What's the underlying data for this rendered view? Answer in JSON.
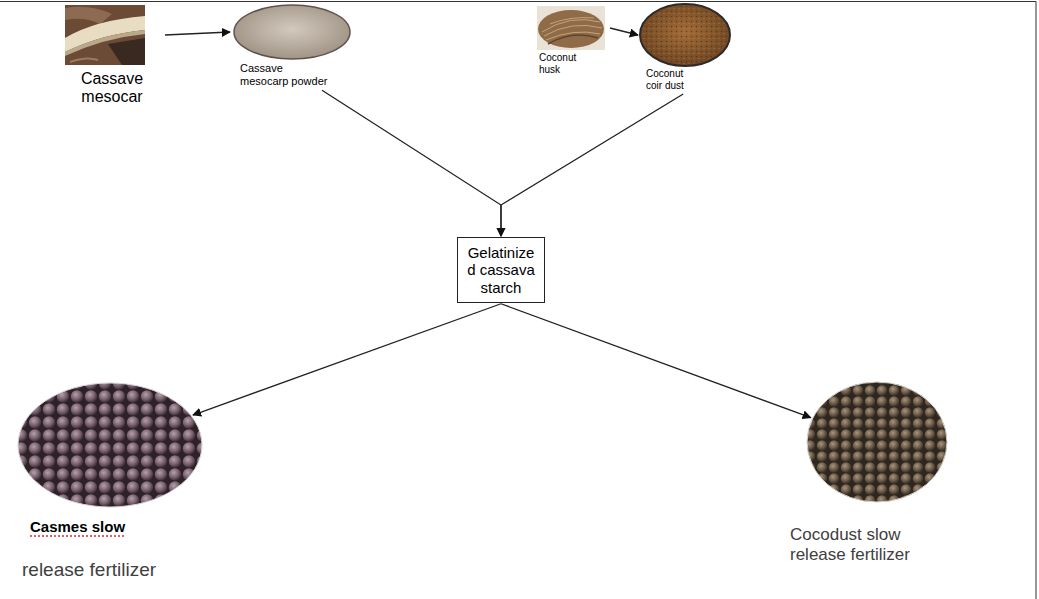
{
  "diagram": {
    "nodes": [
      {
        "text": [
          "Cassave mesocar"
        ]
      },
      {
        "text": [
          "Cassave mesocarp powder"
        ]
      },
      {
        "text": [
          "Coconut husk"
        ]
      },
      {
        "text": [
          "Coconut coir dust"
        ]
      },
      {
        "text": [
          "Gelatinize d cassava starch"
        ]
      },
      {
        "text": [
          "Casmes slow",
          "release fertilizer"
        ]
      },
      {
        "text": [
          "Cocodust slow release fertilizer"
        ]
      }
    ],
    "edges": [
      {
        "from": 0,
        "to": 1,
        "arrow": "to"
      },
      {
        "from": 2,
        "to": 3,
        "arrow": "to"
      },
      {
        "from": 1,
        "to": 4,
        "arrow": "to"
      },
      {
        "from": 3,
        "to": 4,
        "arrow": "to"
      },
      {
        "from": 4,
        "to": 5,
        "arrow": "to"
      },
      {
        "from": 4,
        "to": 6,
        "arrow": "to"
      }
    ]
  }
}
